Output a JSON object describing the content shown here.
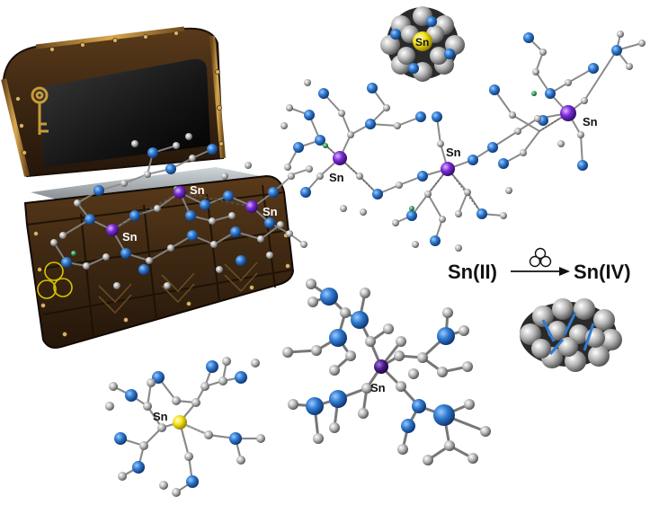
{
  "labels": {
    "chest_sn_left": "Sn",
    "chest_sn_mid": "Sn",
    "chest_sn_right": "Sn",
    "dimer_sn_left": "Sn",
    "dimer_sn_mid": "Sn",
    "dimer_sn_right": "Sn",
    "spacefill_sn": "Sn",
    "tetrahedral_sn": "Sn",
    "octahedral_sn": "Sn"
  },
  "reaction": {
    "reactant": "Sn(II)",
    "product": "Sn(IV)"
  },
  "colors": {
    "nitrogen": "#2f7bd1",
    "carbon": "#b4b4b4",
    "tin_purple": "#7a2bd6",
    "tin_yellow": "#f3e21a",
    "chest_wood": "#3c2712",
    "chest_trim": "#b98a3a",
    "lithium_green": "#3aa060"
  }
}
